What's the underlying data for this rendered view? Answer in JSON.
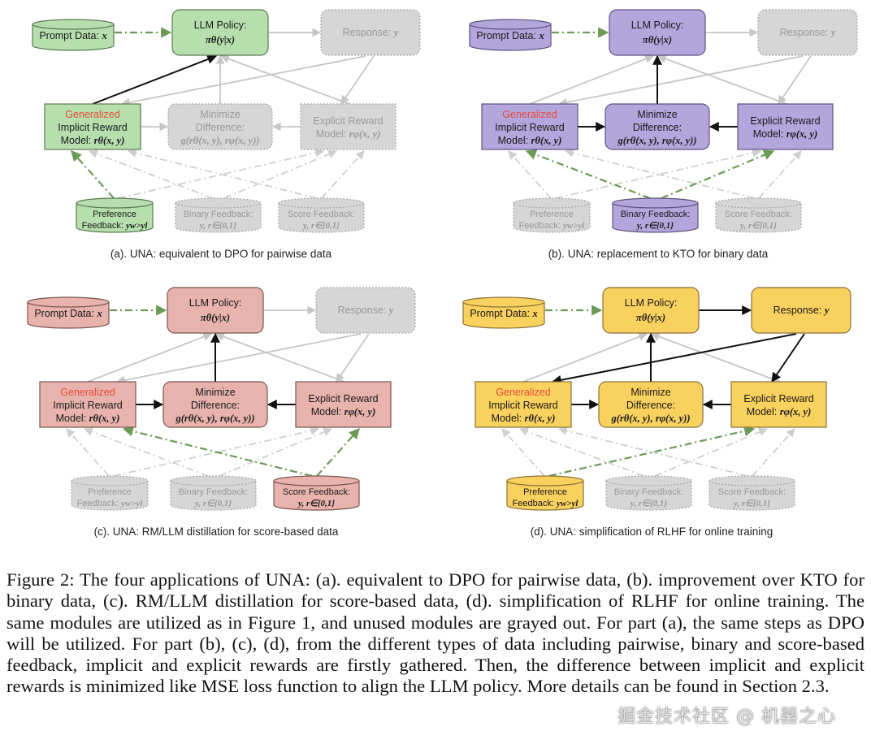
{
  "figure": {
    "colors": {
      "green": {
        "fill": "#b7dfae",
        "stroke": "#5b7a52"
      },
      "purple": {
        "fill": "#b3a6dc",
        "stroke": "#5c5480"
      },
      "red": {
        "fill": "#e8b3ad",
        "stroke": "#7a5450"
      },
      "yellow": {
        "fill": "#f9d15f",
        "stroke": "#8a7238"
      },
      "gray": {
        "fill": "#d6d6d6",
        "stroke": "#a9a9a9",
        "text": "#9a9a9a"
      },
      "generalized_red": "#e84a3a",
      "active_arrow": "#111111",
      "inactive_arrow": "#c6c6c6",
      "data_arrow_active": "#6c9a57",
      "data_arrow_inactive": "#cfcfcf"
    },
    "labels": {
      "prompt": "Prompt Data: ",
      "prompt_var": "x",
      "llm_line1": "LLM Policy:",
      "llm_line2": "πθ(y|x)",
      "response": "Response: ",
      "response_var": "y",
      "generalized": "Generalized",
      "implicit_line2": "Implicit Reward",
      "implicit_line3_text": "Model: ",
      "implicit_line3_math": "rθ(x, y)",
      "minimize_line1": "Minimize",
      "minimize_line2": "Difference:",
      "minimize_line3": "g(rθ(x, y), rφ(x, y))",
      "explicit_line1": "Explicit Reward",
      "explicit_line2_text": "Model: ",
      "explicit_line2_math": "rφ(x, y)",
      "pref_line1": "Preference",
      "pref_line2_text": "Feedback: ",
      "pref_line2_math": "yw>yl",
      "binary_line1": "Binary Feedback:",
      "binary_line2": "y, r∈{0,1}",
      "score_line1": "Score Feedback:",
      "score_line2": "y, r∈[0,1]"
    },
    "panels": [
      {
        "id": "a",
        "caption": "(a). UNA: equivalent to DPO for pairwise data",
        "theme": "green",
        "active": {
          "prompt": true,
          "llm": true,
          "response": false,
          "implicit": true,
          "minimize": false,
          "explicit": false,
          "pref": true,
          "binary": false,
          "score": false
        },
        "active_edges": [
          "implicit-llm"
        ],
        "active_data_edges": [
          "prompt-llm",
          "pref-implicit"
        ]
      },
      {
        "id": "b",
        "caption": "(b). UNA: replacement to KTO for binary data",
        "theme": "purple",
        "active": {
          "prompt": true,
          "llm": true,
          "response": false,
          "implicit": true,
          "minimize": true,
          "explicit": true,
          "pref": false,
          "binary": true,
          "score": false
        },
        "active_edges": [
          "minimize-llm",
          "implicit-minimize",
          "explicit-minimize"
        ],
        "active_data_edges": [
          "prompt-llm",
          "binary-implicit",
          "binary-explicit"
        ]
      },
      {
        "id": "c",
        "caption": "(c). UNA: RM/LLM distillation for score-based data",
        "theme": "red",
        "active": {
          "prompt": true,
          "llm": true,
          "response": false,
          "implicit": true,
          "minimize": true,
          "explicit": true,
          "pref": false,
          "binary": false,
          "score": true
        },
        "active_edges": [
          "minimize-llm",
          "implicit-minimize",
          "explicit-minimize"
        ],
        "active_data_edges": [
          "prompt-llm",
          "score-implicit",
          "score-explicit"
        ]
      },
      {
        "id": "d",
        "caption": "(d). UNA: simplification of RLHF for online training",
        "theme": "yellow",
        "active": {
          "prompt": true,
          "llm": true,
          "response": true,
          "implicit": true,
          "minimize": true,
          "explicit": true,
          "pref": true,
          "binary": false,
          "score": false
        },
        "active_edges": [
          "minimize-llm",
          "implicit-minimize",
          "explicit-minimize",
          "llm-response",
          "response-implicit",
          "response-explicit"
        ],
        "active_data_edges": [
          "prompt-llm",
          "pref-explicit"
        ]
      }
    ]
  },
  "caption": {
    "text": "Figure 2: The four applications of UNA: (a). equivalent to DPO for pairwise data, (b). improvement over KTO for binary data, (c). RM/LLM distillation for score-based data, (d). simplification of RLHF for online training. The same modules are utilized as in Figure 1, and unused modules are grayed out. For part (a), the same steps as DPO will be utilized. For part (b), (c), (d), from the different types of data including pairwise, binary and score-based feedback, implicit and explicit rewards are firstly gathered. Then, the difference between implicit and explicit rewards is minimized like MSE loss function to align the LLM policy. More details can be found in Section 2.3."
  },
  "watermark": "掘金技术社区 @ 机器之心"
}
